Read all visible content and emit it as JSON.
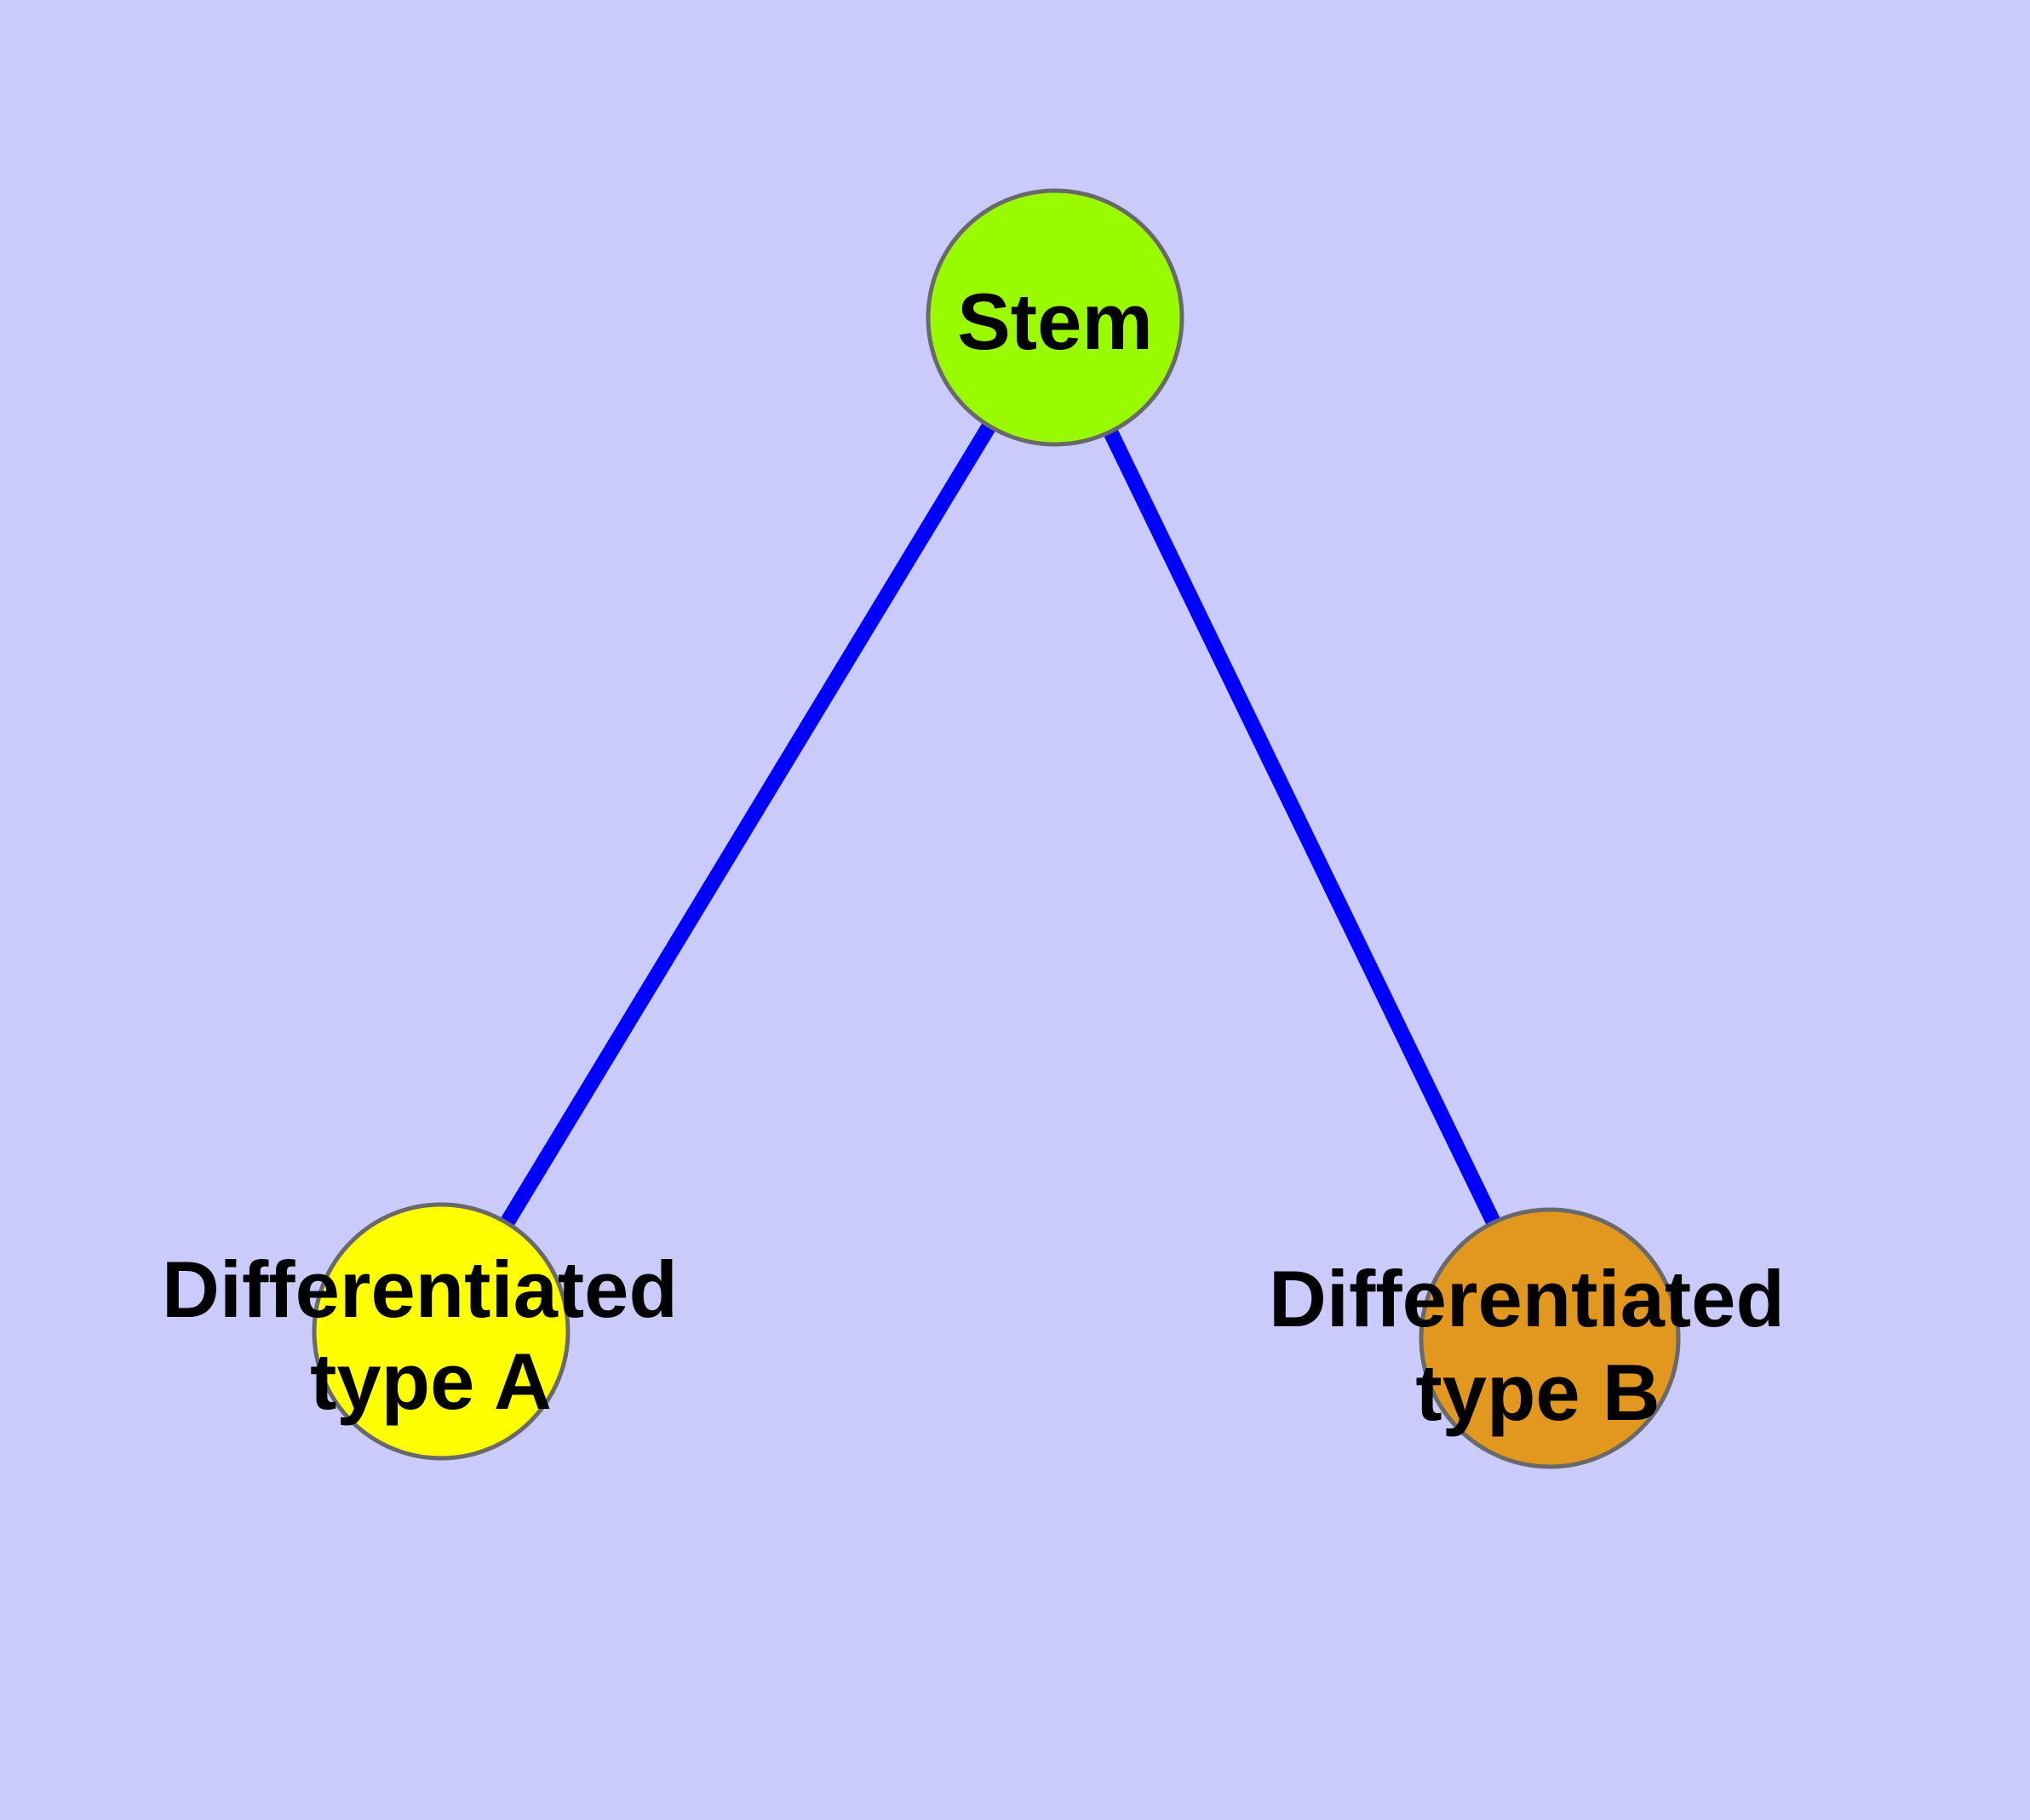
{
  "diagram": {
    "type": "graph",
    "background_color": "#cacafb",
    "edge_color": "#0000ff",
    "node_border_color": "#696969",
    "label_color": "#000000",
    "nodes": [
      {
        "id": "stem",
        "label": "Stem",
        "fill": "#9afb00"
      },
      {
        "id": "differentiated-type-a",
        "label": "Differentiated type A",
        "line1": "Differentiated",
        "line2": "type A",
        "fill": "#ffff00"
      },
      {
        "id": "differentiated-type-b",
        "label": "Differentiated type B",
        "line1": "Differentiated",
        "line2": "type B",
        "fill": "#e2981f"
      }
    ],
    "edges": [
      {
        "from": "stem",
        "to": "differentiated-type-a"
      },
      {
        "from": "stem",
        "to": "differentiated-type-b"
      }
    ]
  }
}
